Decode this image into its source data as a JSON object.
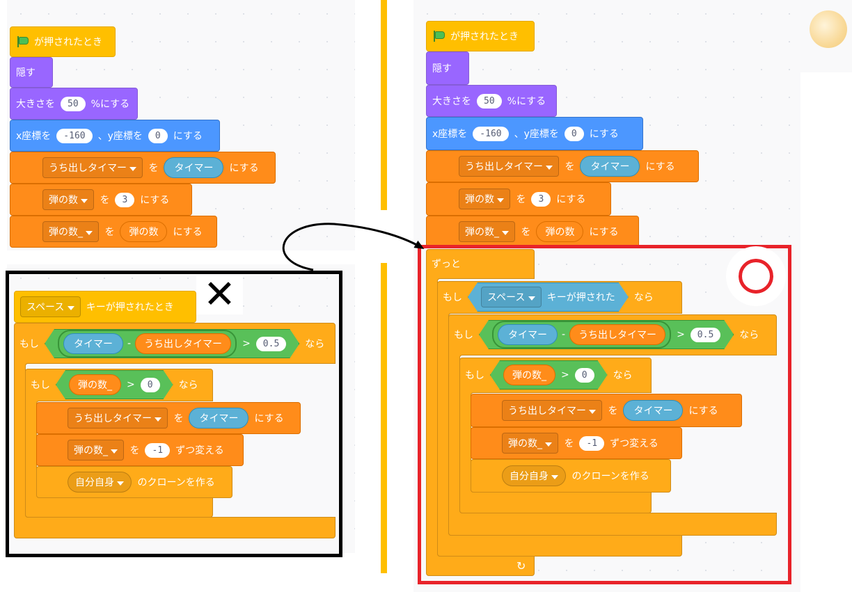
{
  "left": {
    "top_script": {
      "flag_hat": "が押されたとき",
      "hide": "隠す",
      "size": {
        "pre": "大きさを",
        "value": "50",
        "post": "%にする"
      },
      "goto": {
        "x_label": "x座標を",
        "x": "-160",
        "y_label": "、y座標を",
        "y": "0",
        "post": "にする"
      },
      "set_timer": {
        "var": "うち出しタイマー",
        "to": "を",
        "reporter": "タイマー",
        "post": "にする"
      },
      "set_ammo": {
        "var": "弾の数",
        "to": "を",
        "value": "3",
        "post": "にする"
      },
      "set_ammo2": {
        "var": "弾の数_",
        "to": "を",
        "reporter": "弾の数",
        "post": "にする"
      }
    },
    "key_script": {
      "key_hat": {
        "key": "スペース",
        "post": "キーが押されたとき"
      },
      "if1": {
        "label": "もし",
        "a": "タイマー",
        "minus": "-",
        "b": "うち出しタイマー",
        "gt": ">",
        "value": "0.5",
        "then": "なら"
      },
      "if2": {
        "label": "もし",
        "a": "弾の数_",
        "gt": ">",
        "value": "0",
        "then": "なら"
      },
      "set_timer": {
        "var": "うち出しタイマー",
        "to": "を",
        "reporter": "タイマー",
        "post": "にする"
      },
      "change_ammo": {
        "var": "弾の数_",
        "to": "を",
        "value": "-1",
        "post": "ずつ変える"
      },
      "clone": {
        "target": "自分自身",
        "post": "のクローンを作る"
      }
    },
    "mark": "✕"
  },
  "right": {
    "top_script": {
      "flag_hat": "が押されたとき",
      "hide": "隠す",
      "size": {
        "pre": "大きさを",
        "value": "50",
        "post": "%にする"
      },
      "goto": {
        "x_label": "x座標を",
        "x": "-160",
        "y_label": "、y座標を",
        "y": "0",
        "post": "にする"
      },
      "set_timer": {
        "var": "うち出しタイマー",
        "to": "を",
        "reporter": "タイマー",
        "post": "にする"
      },
      "set_ammo": {
        "var": "弾の数",
        "to": "を",
        "value": "3",
        "post": "にする"
      },
      "set_ammo2": {
        "var": "弾の数_",
        "to": "を",
        "reporter": "弾の数",
        "post": "にする"
      }
    },
    "forever": "ずっと",
    "if_key": {
      "label": "もし",
      "key": "スペース",
      "post": "キーが押された",
      "then": "なら"
    },
    "if1": {
      "label": "もし",
      "a": "タイマー",
      "minus": "-",
      "b": "うち出しタイマー",
      "gt": ">",
      "value": "0.5",
      "then": "なら"
    },
    "if2": {
      "label": "もし",
      "a": "弾の数_",
      "gt": ">",
      "value": "0",
      "then": "なら"
    },
    "set_timer": {
      "var": "うち出しタイマー",
      "to": "を",
      "reporter": "タイマー",
      "post": "にする"
    },
    "change_ammo": {
      "var": "弾の数_",
      "to": "を",
      "value": "-1",
      "post": "ずつ変える"
    },
    "clone": {
      "target": "自分自身",
      "post": "のクローンを作る"
    },
    "loop_icon": "↻"
  },
  "colors": {
    "events": "#ffbf00",
    "looks": "#9966ff",
    "motion": "#4c97ff",
    "variables": "#ff8c1a",
    "control": "#ffab19",
    "operators": "#59c059",
    "sensing": "#5cb1d6",
    "wrong_frame": "#000000",
    "correct_frame": "#e8232a",
    "separator": "#ffbf00"
  }
}
